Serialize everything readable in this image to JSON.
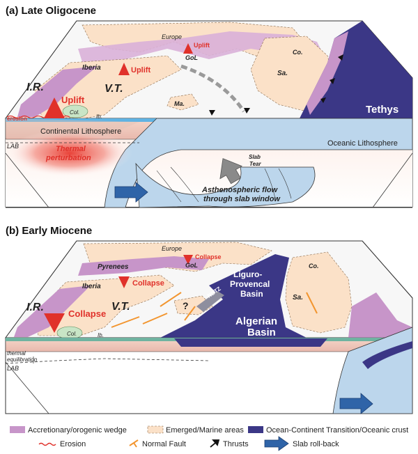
{
  "panel_a": {
    "title": "(a) Late Oligocene",
    "europe": "Europe",
    "iberia": "Iberia",
    "ir": "I.R.",
    "vt": "V.T.",
    "gol": "GoL",
    "co": "Co.",
    "sa": "Sa.",
    "ma": "Ma.",
    "col": "Col.",
    "ib": "Ib.",
    "erosion": "erosion",
    "uplift_1": "Uplift",
    "uplift_2": "Uplift",
    "uplift_3": "Uplift",
    "tethys": "Tethys",
    "continental": "Continental Lithosphere",
    "oceanic": "Oceanic Lithosphere",
    "lab": "LAB",
    "thermal_1": "Thermal",
    "thermal_2": "perturbation",
    "slab_1": "Slab",
    "slab_2": "Tear",
    "astheno_1": "Asthenospheric flow",
    "astheno_2": "through slab window"
  },
  "panel_b": {
    "title": "(b) Early Miocene",
    "europe": "Europe",
    "pyrenees": "Pyrenees",
    "iberia": "Iberia",
    "ir": "I.R.",
    "vt": "V.T.",
    "gol": "GoL",
    "co": "Co.",
    "sa": "Sa.",
    "col": "Col.",
    "ib": "Ib.",
    "question": "?",
    "collapse_1": "Collapse",
    "collapse_2": "Collapse",
    "collapse_3": "Collapse",
    "nbtz": "NBTZ",
    "lp_1": "Liguro-",
    "lp_2": "Provencal",
    "lp_3": "Basin",
    "alg_1": "Algerian",
    "alg_2": "Basin",
    "thermal_eq_1": "thermal",
    "thermal_eq_2": "equilibration",
    "lab": "LAB"
  },
  "legend": {
    "wedge": "Accretionary/orogenic wedge",
    "emerged": "Emerged/Marine areas",
    "oct": "Ocean-Continent Transition/Oceanic crust",
    "erosion": "Erosion",
    "normal_fault": "Normal Fault",
    "thrusts": "Thrusts",
    "rollback": "Slab roll-back"
  },
  "colors": {
    "wedge": "#c795c9",
    "emerged": "#fbe1c8",
    "oceanic_crust": "#3b3786",
    "lithosphere": "#bcd6ec",
    "red": "#e0312a",
    "fault": "#f2952f"
  }
}
